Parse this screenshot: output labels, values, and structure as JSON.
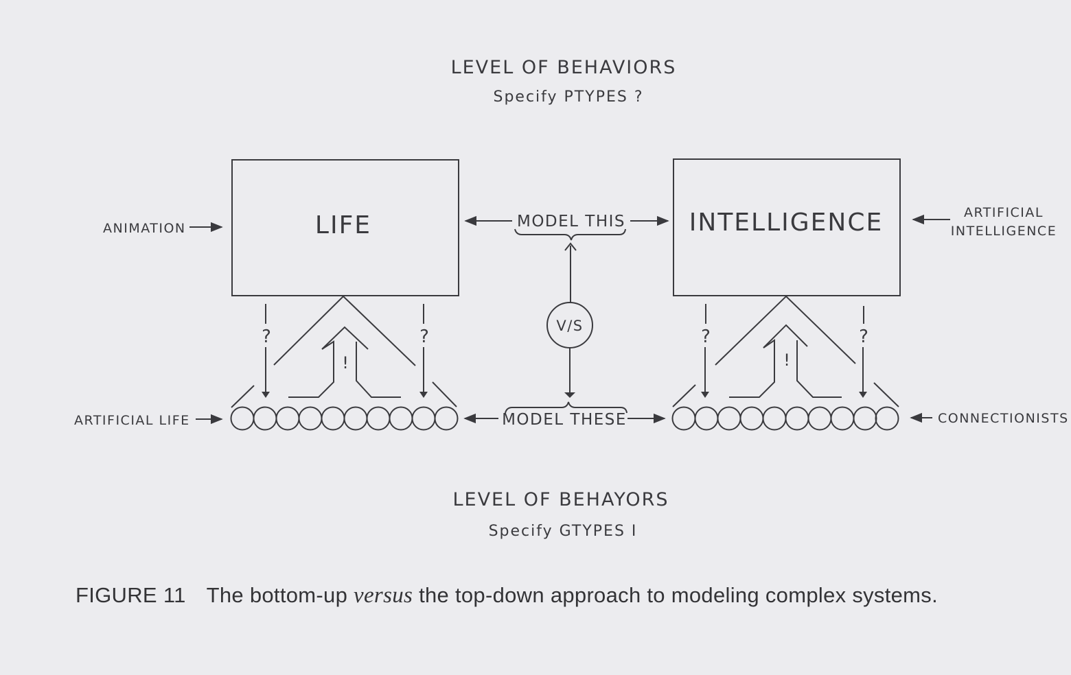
{
  "top_level": {
    "title": "LEVEL OF BEHAVIORS",
    "subtitle": "Specify PTYPES ?"
  },
  "bottom_level": {
    "title": "LEVEL OF BEHAYORS",
    "subtitle": "Specify GTYPES I"
  },
  "boxes": {
    "left": "LIFE",
    "right": "INTELLIGENCE"
  },
  "connectors": {
    "top_label": "MODEL THIS",
    "bottom_label": "MODEL THESE",
    "center_node": "V/S"
  },
  "side_labels": {
    "top_left": "ANIMATION",
    "top_right_line1": "ARTIFICIAL",
    "top_right_line2": "INTELLIGENCE",
    "bottom_left": "ARTIFICIAL LIFE",
    "bottom_right": "CONNECTIONISTS"
  },
  "marks": {
    "question": "?",
    "exclaim": "!"
  },
  "nodes_per_row": 10,
  "caption": {
    "figure_number": "FIGURE 11",
    "text_before": "The bottom-up ",
    "emphasis": "versus",
    "text_after": " the top-down approach to modeling complex systems."
  },
  "colors": {
    "background": "#ececef",
    "ink": "#3a3a3e"
  }
}
